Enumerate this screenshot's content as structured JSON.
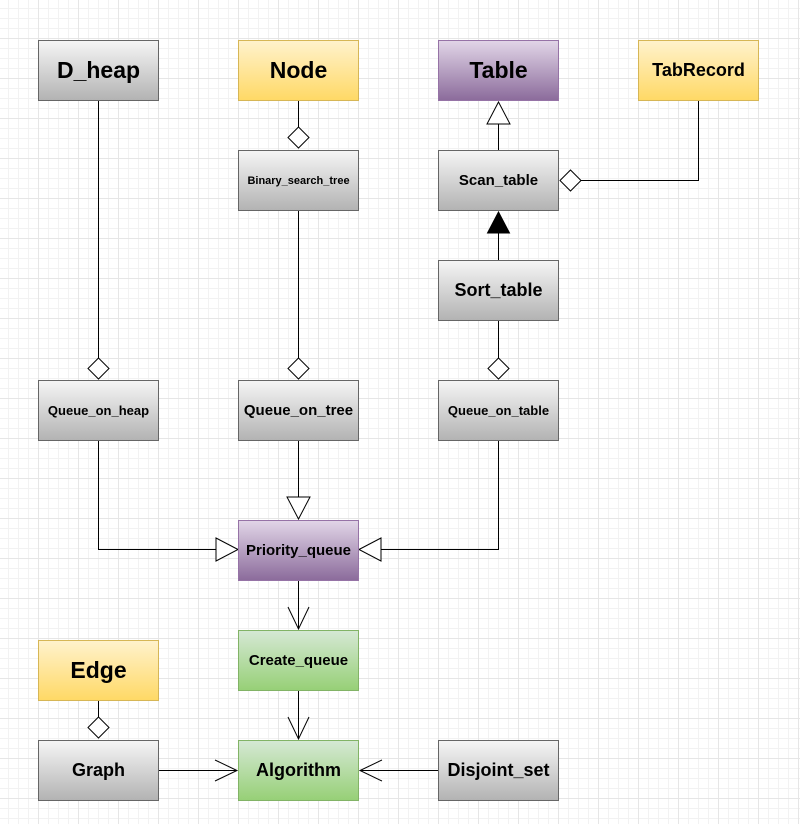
{
  "nodes": {
    "d_heap": "D_heap",
    "node": "Node",
    "table": "Table",
    "tab_record": "TabRecord",
    "binary_search_tree": "Binary_search_tree",
    "scan_table": "Scan_table",
    "sort_table": "Sort_table",
    "queue_on_heap": "Queue_on_heap",
    "queue_on_tree": "Queue_on_tree",
    "queue_on_table": "Queue_on_table",
    "priority_queue": "Priority_queue",
    "create_queue": "Create_queue",
    "edge": "Edge",
    "graph": "Graph",
    "algorithm": "Algorithm",
    "disjoint_set": "Disjoint_set"
  },
  "relationships": [
    {
      "from": "queue_on_heap",
      "to": "d_heap",
      "type": "aggregation"
    },
    {
      "from": "binary_search_tree",
      "to": "node",
      "type": "aggregation"
    },
    {
      "from": "queue_on_tree",
      "to": "binary_search_tree",
      "type": "aggregation"
    },
    {
      "from": "scan_table",
      "to": "table",
      "type": "inheritance"
    },
    {
      "from": "sort_table",
      "to": "scan_table",
      "type": "inheritance-filled"
    },
    {
      "from": "scan_table",
      "to": "tab_record",
      "type": "aggregation"
    },
    {
      "from": "queue_on_table",
      "to": "sort_table",
      "type": "aggregation"
    },
    {
      "from": "queue_on_heap",
      "to": "priority_queue",
      "type": "inheritance"
    },
    {
      "from": "queue_on_tree",
      "to": "priority_queue",
      "type": "inheritance"
    },
    {
      "from": "queue_on_table",
      "to": "priority_queue",
      "type": "inheritance"
    },
    {
      "from": "priority_queue",
      "to": "create_queue",
      "type": "dependency"
    },
    {
      "from": "create_queue",
      "to": "algorithm",
      "type": "dependency"
    },
    {
      "from": "graph",
      "to": "edge",
      "type": "aggregation"
    },
    {
      "from": "graph",
      "to": "algorithm",
      "type": "dependency"
    },
    {
      "from": "disjoint_set",
      "to": "algorithm",
      "type": "dependency"
    }
  ],
  "colors": {
    "gray_fill": "#b3b3b3",
    "yellow_fill": "#ffd966",
    "purple_fill": "#8c6c9c",
    "green_fill": "#97d077",
    "line": "#000000"
  }
}
